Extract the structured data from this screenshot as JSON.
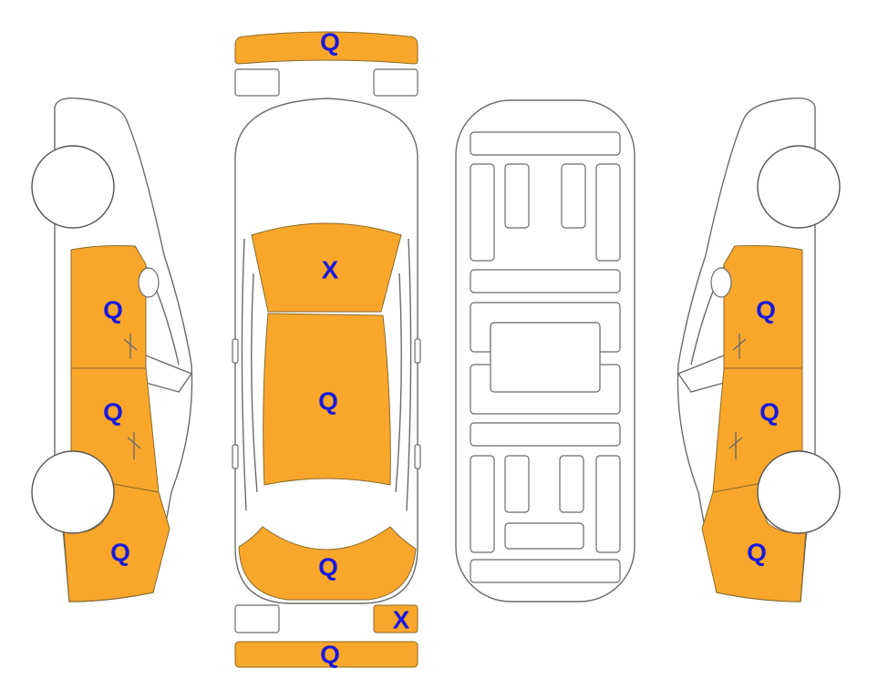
{
  "colors": {
    "damaged_panel": "#f9a72b",
    "mark_text": "#1a1adb",
    "outline": "#6b6b6b"
  },
  "marks": {
    "front_bumper": "Q",
    "hood": "X",
    "roof": "Q",
    "trunk": "Q",
    "rear_right_lamp": "X",
    "rear_bumper": "Q",
    "left_front_door": "Q",
    "left_rear_door": "Q",
    "left_rear_quarter": "Q",
    "right_front_door": "Q",
    "right_rear_door": "Q",
    "right_rear_quarter": "Q"
  }
}
